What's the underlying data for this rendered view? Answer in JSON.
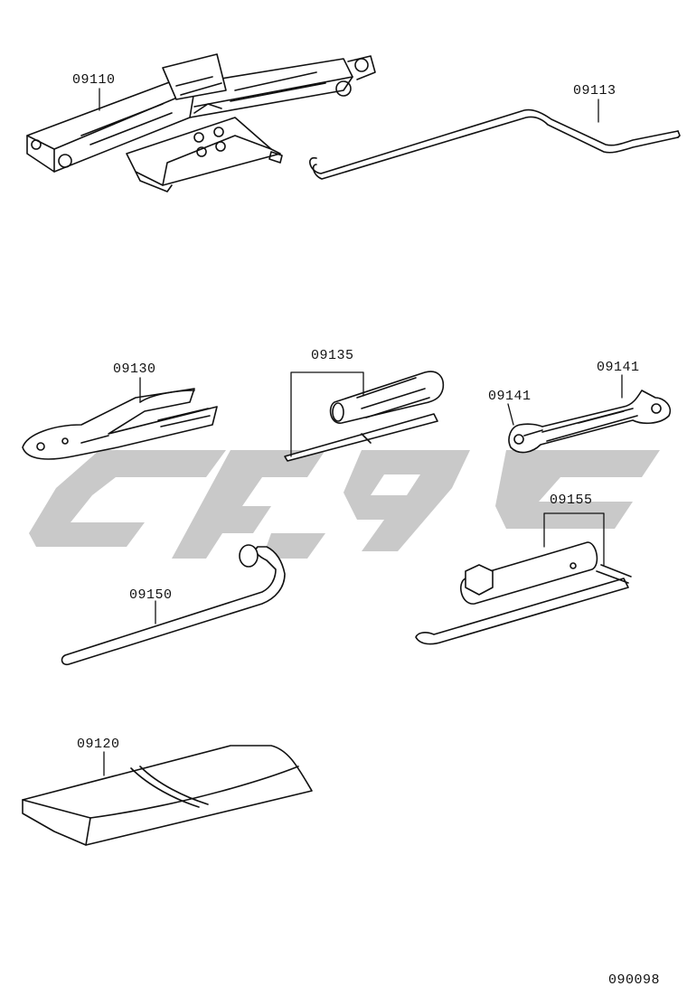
{
  "labels": {
    "jack": "09110",
    "jack_handle": "09113",
    "pliers": "09130",
    "screwdriver": "09135",
    "wrench_left": "09141",
    "wrench_right": "09141",
    "plug_wrench": "09155",
    "wheel_wrench": "09150",
    "tool_bag": "09120",
    "figure_code": "090098"
  },
  "colors": {
    "line": "#111111",
    "watermark": "#c8c8c8"
  }
}
